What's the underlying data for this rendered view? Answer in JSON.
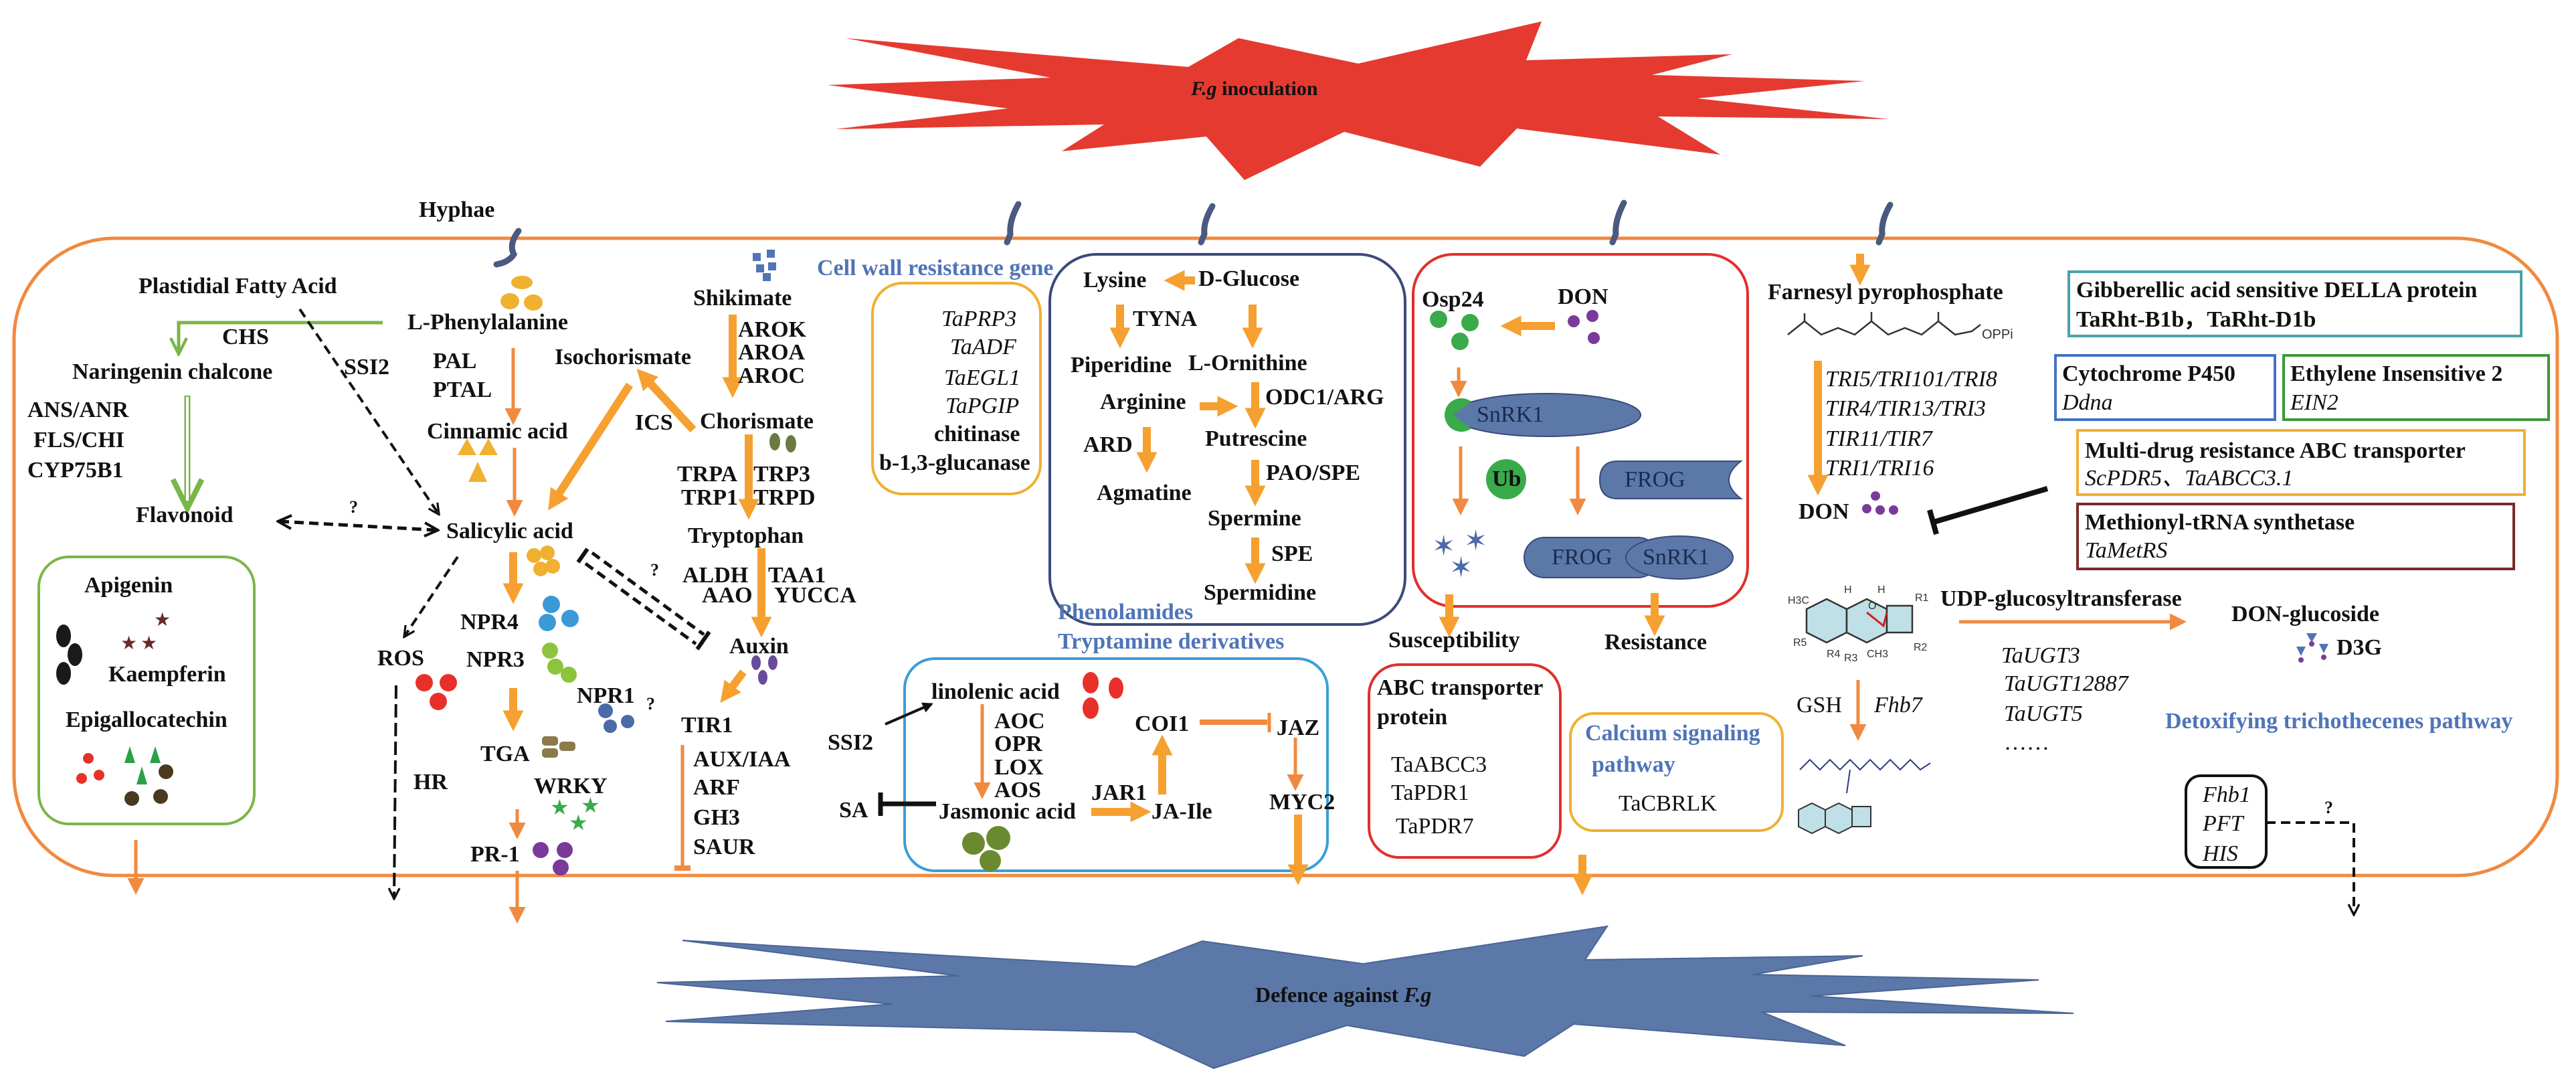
{
  "banner": {
    "organism": "F.g",
    "text": " inoculation",
    "color": "#e53a30"
  },
  "hyphae_label": "Hyphae",
  "phenylpropanoid": {
    "plastidial": "Plastidial Fatty Acid",
    "l_phe": "L-Phenylalanine",
    "chs": "CHS",
    "naringenin": "Naringenin chalcone",
    "ssi2": "SSI2",
    "pal": "PAL",
    "ptal": "PTAL",
    "cinnamic": "Cinnamic acid",
    "ans": "ANS/ANR",
    "fls": "FLS/CHI",
    "cyp": "CYP75B1",
    "flavonoid": "Flavonoid",
    "q_flav": "?",
    "salicylic": "Salicylic acid",
    "ros": "ROS",
    "hr": "HR",
    "npr4": "NPR4",
    "npr3": "NPR3",
    "npr1": "NPR1",
    "q_npr1": "?",
    "tga": "TGA",
    "wrky": "WRKY",
    "pr1": "PR-1"
  },
  "flavonoid_box": {
    "apigenin": "Apigenin",
    "kaempferin": "Kaempferin",
    "epigallocatechin": "Epigallocatechin"
  },
  "shikimate": {
    "shikimate": "Shikimate",
    "arok": "AROK",
    "aroa": "AROA",
    "aroc": "AROC",
    "isochorismate": "Isochorismate",
    "ics": "ICS",
    "chorismate": "Chorismate",
    "trpa": "TRPA",
    "trp3": "TRP3",
    "trp1": "TRP1",
    "trpd": "TRPD",
    "tryptophan": "Tryptophan",
    "aldh": "ALDH",
    "taa1": "TAA1",
    "aao": "AAO",
    "yucca": "YUCCA",
    "q_auxin": "?",
    "auxin": "Auxin",
    "tir1": "TIR1",
    "aux_iaa": "AUX/IAA",
    "arf": "ARF",
    "gh3": "GH3",
    "saur": "SAUR"
  },
  "cell_wall": {
    "title": "Cell wall resistance gene",
    "genes": [
      "TaPRP3",
      "TaADF",
      "TaEGL1",
      "TaPGIP",
      "chitinase",
      "b-1,3-glucanase"
    ]
  },
  "polyamine": {
    "lysine": "Lysine",
    "d_glucose": "D-Glucose",
    "tyna": "TYNA",
    "piperidine": "Piperidine",
    "l_ornithine": "L-Ornithine",
    "arginine": "Arginine",
    "odc1_arg": "ODC1/ARG",
    "ard": "ARD",
    "putrescine": "Putrescine",
    "pao_spe": "PAO/SPE",
    "agmatine": "Agmatine",
    "spermine": "Spermine",
    "spe": "SPE",
    "spermidine": "Spermidine",
    "phenolamides": "Phenolamides",
    "tryptamine": "Tryptamine derivatives"
  },
  "jasmonate": {
    "ssi2": "SSI2",
    "sa": "SA",
    "linolenic": "linolenic acid",
    "aoc": "AOC",
    "opr": "OPR",
    "lox": "LOX",
    "aos": "AOS",
    "coi1": "COI1",
    "jaz": "JAZ",
    "jar1": "JAR1",
    "myc2": "MYC2",
    "jasmonic": "Jasmonic acid",
    "ja_ile": "JA-Ile"
  },
  "snrk1": {
    "osp24": "Osp24",
    "don": "DON",
    "snrk1": "SnRK1",
    "ub": "Ub",
    "frog": "FROG",
    "frog2": "FROG",
    "snrk1b": "SnRK1",
    "susceptibility": "Susceptibility",
    "resistance": "Resistance"
  },
  "abc_box": {
    "title1": "ABC transporter",
    "title2": "protein",
    "genes": [
      "TaABCC3",
      "TaPDR1",
      "TaPDR7"
    ]
  },
  "calcium_box": {
    "title1": "Calcium signaling",
    "title2": "pathway",
    "gene": "TaCBRLK"
  },
  "trichothecene": {
    "farnesyl": "Farnesyl pyrophosphate",
    "oppi": "OPPi",
    "tri_genes": [
      "TRI5/TRI101/TRI8",
      "TIR4/TIR13/TRI3",
      "TIR11/TIR7",
      "TRI1/TRI16"
    ],
    "don": "DON",
    "udp": "UDP-glucosyltransferase",
    "don_glucoside": "DON-glucoside",
    "d3g": "D3G",
    "ugt": [
      "TaUGT3",
      "TaUGT12887",
      "TaUGT5",
      "……"
    ],
    "gsh": "GSH",
    "fhb7": "Fhb7",
    "detox": "Detoxifying trichothecenes pathway",
    "atoms": [
      "H3C",
      "H",
      "H",
      "O",
      "R1",
      "R5",
      "R4",
      "R3",
      "CH3",
      "R2"
    ]
  },
  "gene_boxes": [
    {
      "title": "Gibberellic acid sensitive DELLA protein",
      "genes": "TaRht-B1b，TaRht-D1b",
      "color": "#4aa3a8"
    },
    {
      "title": "Cytochrome P450",
      "genes": "Ddna",
      "color": "#4472c4"
    },
    {
      "title": "Ethylene Insensitive 2",
      "genes": "EIN2",
      "color": "#3a9a3a"
    },
    {
      "title": "Multi-drug resistance ABC transporter",
      "genes": "ScPDR5、TaABCC3.1",
      "color": "#f0b030"
    },
    {
      "title": "Methionyl-tRNA synthetase",
      "genes": "TaMetRS",
      "color": "#7a2a2a"
    }
  ],
  "fhb1_box": {
    "genes": [
      "Fhb1",
      "PFT",
      "HIS"
    ],
    "q": "?"
  },
  "defence": {
    "text": "Defence against ",
    "organism": "F.g",
    "color": "#5b78a8"
  },
  "colors": {
    "cell_border": "#f08a40",
    "arrow": "#f5a030",
    "inhibit": "#111111",
    "flavonoid_path": "#7ab648",
    "label_blue": "#4f74b8"
  }
}
